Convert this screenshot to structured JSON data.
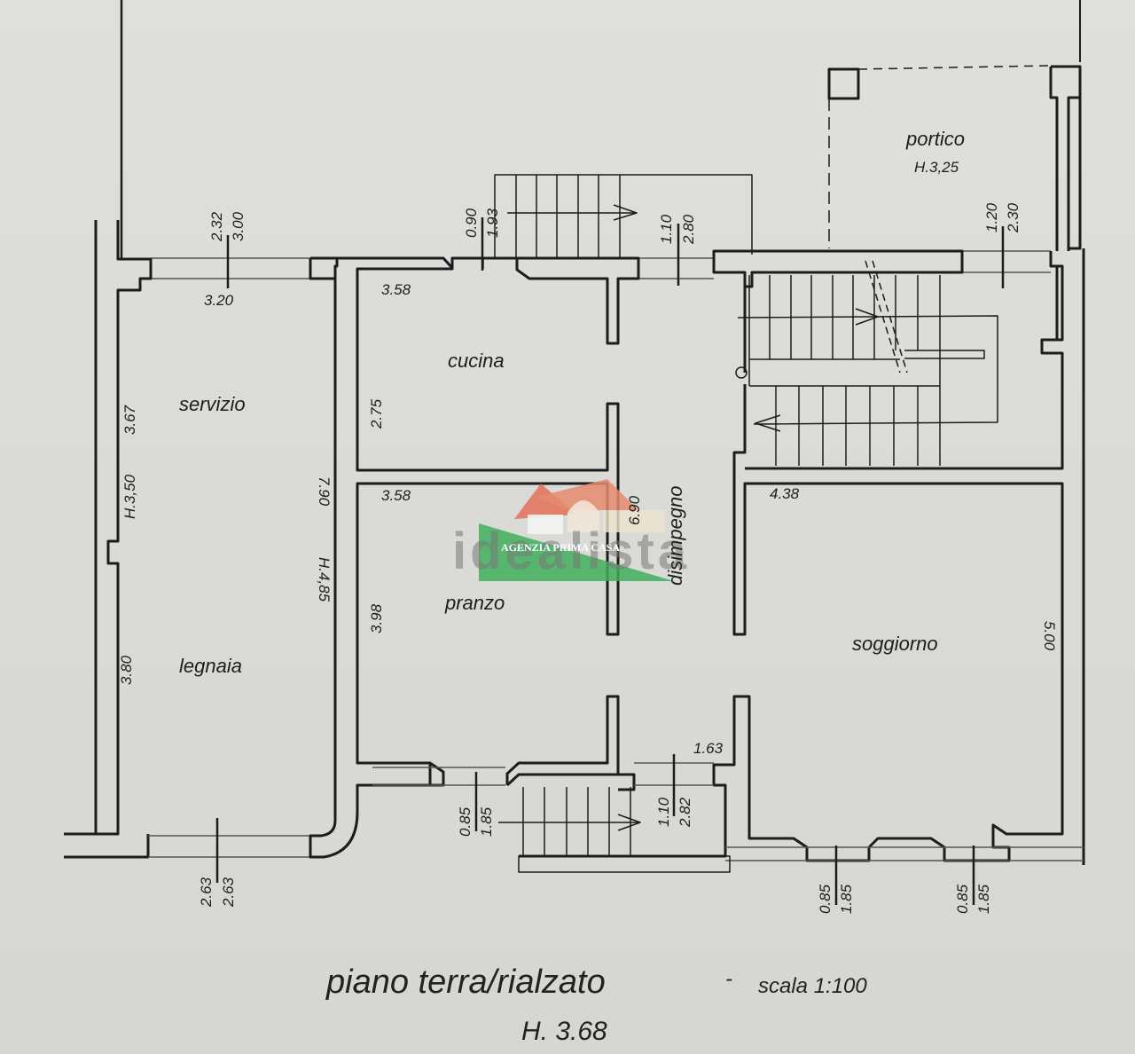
{
  "plan": {
    "title": "piano terra/rialzato",
    "separator": "-",
    "scale": "scala 1:100",
    "floor_height": "H. 3.68"
  },
  "rooms": {
    "portico": {
      "name": "portico",
      "height": "H.3,25"
    },
    "servizio": {
      "name": "servizio"
    },
    "legnaia": {
      "name": "legnaia"
    },
    "cucina": {
      "name": "cucina"
    },
    "pranzo": {
      "name": "pranzo"
    },
    "disimpegno": {
      "name": "disimpegno"
    },
    "soggiorno": {
      "name": "soggiorno"
    }
  },
  "dimensions": {
    "servizio_width": "3.20",
    "servizio_length": "3.67",
    "servizio_height": "H.3,50",
    "legnaia_length": "3.80",
    "left_block_length": "7.90",
    "left_block_height": "H.4,85",
    "cucina_width": "3.58",
    "cucina_length": "2.75",
    "pranzo_width": "3.58",
    "pranzo_length": "3.98",
    "disimpegno_length": "6.90",
    "soggiorno_width": "4.38",
    "soggiorno_length": "5.00",
    "corridor_bottom_width": "1.63"
  },
  "openings": {
    "top_servizio": {
      "num": "2.32",
      "den": "3.00"
    },
    "top_cucina": {
      "num": "0.90",
      "den": "1.93"
    },
    "top_disimpegno": {
      "num": "1.10",
      "den": "2.80"
    },
    "top_portico": {
      "num": "1.20",
      "den": "2.30"
    },
    "bottom_legnaia": {
      "num": "2.63",
      "den": "2.63"
    },
    "bottom_pranzo": {
      "num": "0.85",
      "den": "1.85"
    },
    "bottom_entrance": {
      "num": "1.10",
      "den": "2.82"
    },
    "bottom_soggiorno_1": {
      "num": "0.85",
      "den": "1.85"
    },
    "bottom_soggiorno_2": {
      "num": "0.85",
      "den": "1.85"
    }
  },
  "watermark": {
    "brand": "idealista",
    "agency": "AGENZIA PRIMA CASA",
    "colors": {
      "green": "#3fae5a",
      "roof": "#e0705a"
    }
  }
}
